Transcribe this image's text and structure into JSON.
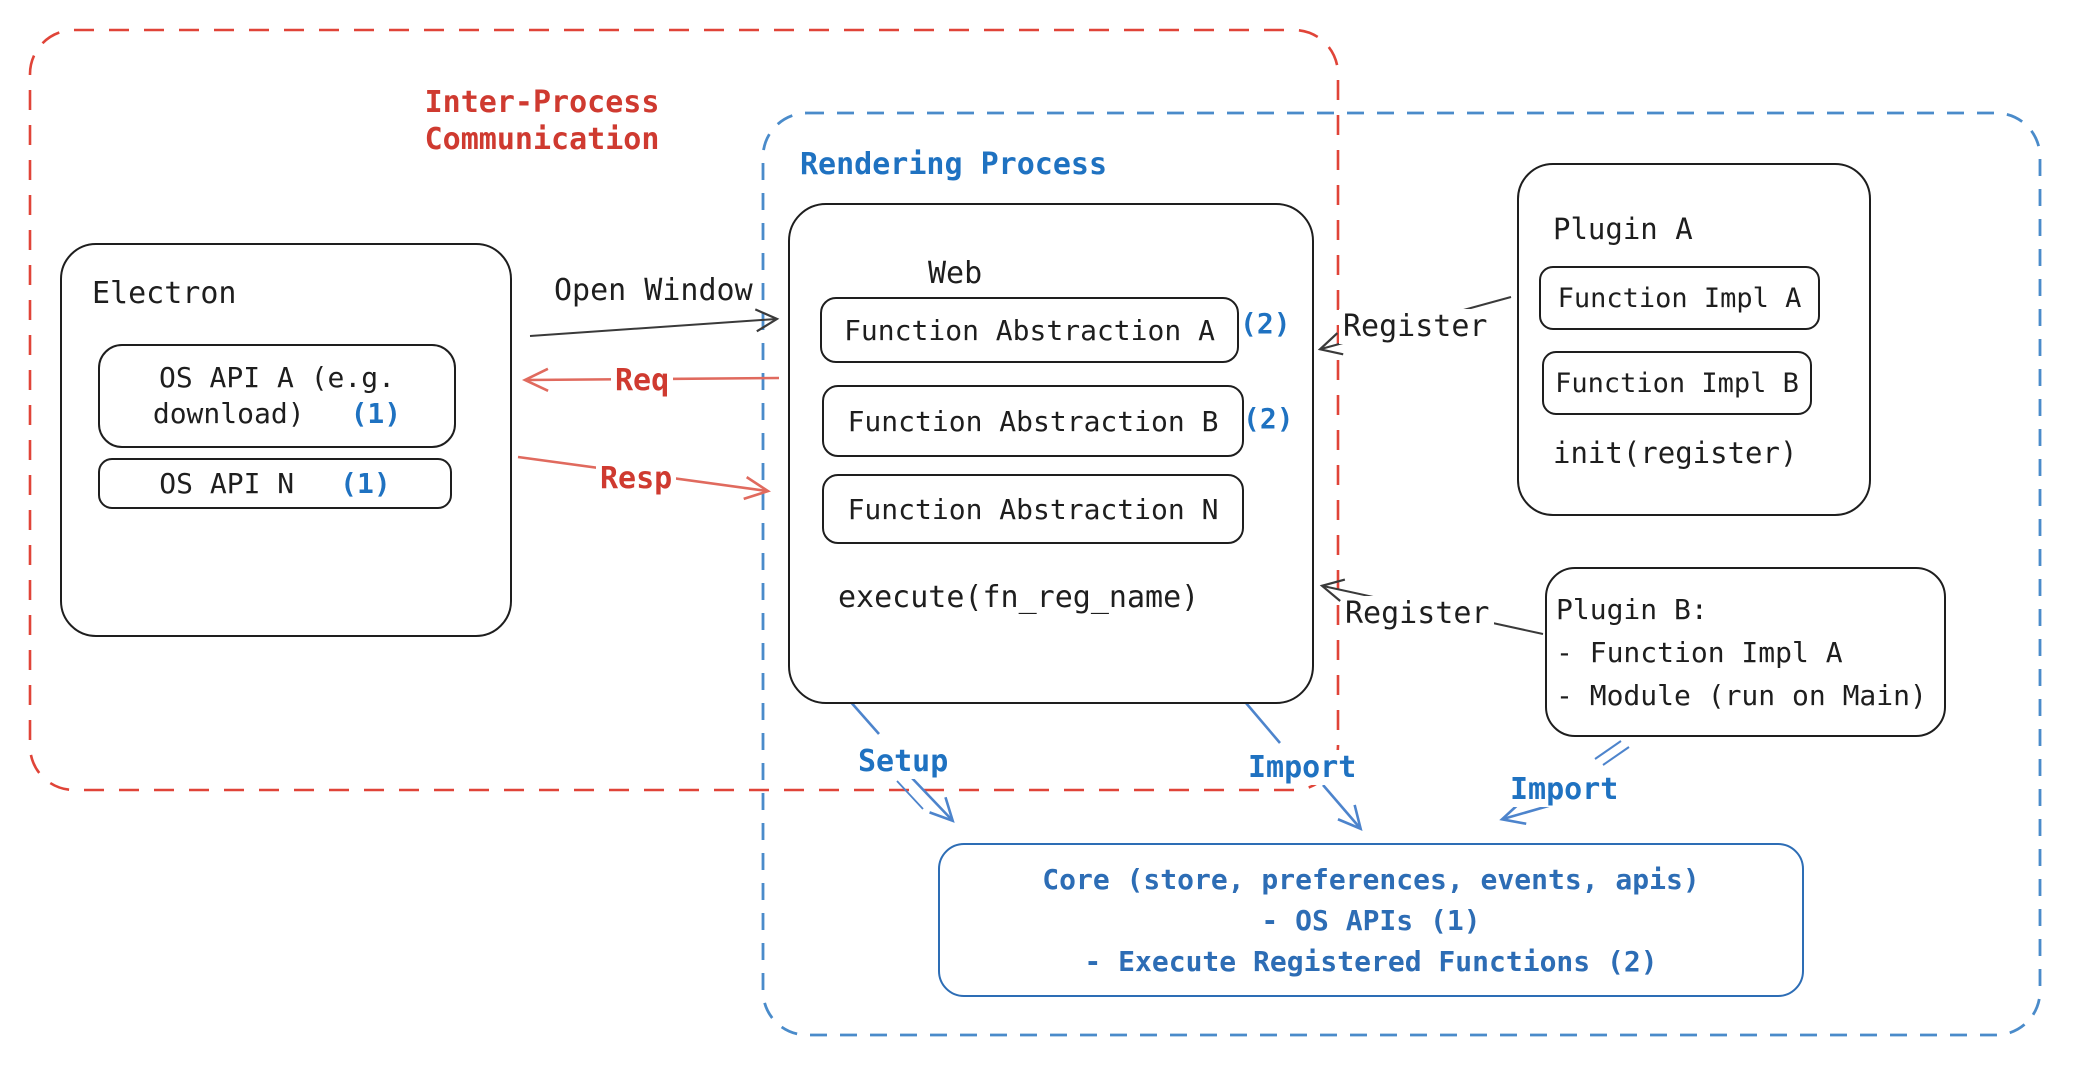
{
  "colors": {
    "ink": "#1e1e1e",
    "red_text": "#cf3a30",
    "red_dash": "#e04438",
    "red_arrow": "#e06a5e",
    "blue_text": "#1f72c1",
    "blue_core": "#2d6db5",
    "blue_dash": "#4a8bca",
    "blue_arrow": "#4d84cc"
  },
  "groups": {
    "ipc_label": "Inter-Process\nCommunication",
    "rendering_label": "Rendering Process"
  },
  "electron": {
    "title": "Electron",
    "api_a": {
      "line1": "OS API A (e.g.",
      "line2": "download)",
      "badge": "(1)"
    },
    "api_n": {
      "label": "OS API N",
      "badge": "(1)"
    }
  },
  "web": {
    "title": "Web",
    "abstractions": [
      {
        "label": "Function Abstraction A",
        "badge": "(2)"
      },
      {
        "label": "Function Abstraction B",
        "badge": "(2)"
      },
      {
        "label": "Function Abstraction N",
        "badge": ""
      }
    ],
    "footer": "execute(fn_reg_name)"
  },
  "plugin_a": {
    "title": "Plugin A",
    "impl_a": "Function Impl A",
    "impl_b": "Function Impl B",
    "footer": "init(register)"
  },
  "plugin_b": {
    "line1": "Plugin B:",
    "line2": "- Function Impl A",
    "line3": "- Module (run on Main)"
  },
  "core": {
    "line1": "Core (store, preferences, events, apis)",
    "line2": "- OS APIs (1)",
    "line3": "- Execute Registered Functions (2)"
  },
  "labels": {
    "open_window": "Open Window",
    "req": "Req",
    "resp": "Resp",
    "register_a": "Register",
    "register_b": "Register",
    "setup": "Setup",
    "import_web": "Import",
    "import_plugin": "Import"
  }
}
